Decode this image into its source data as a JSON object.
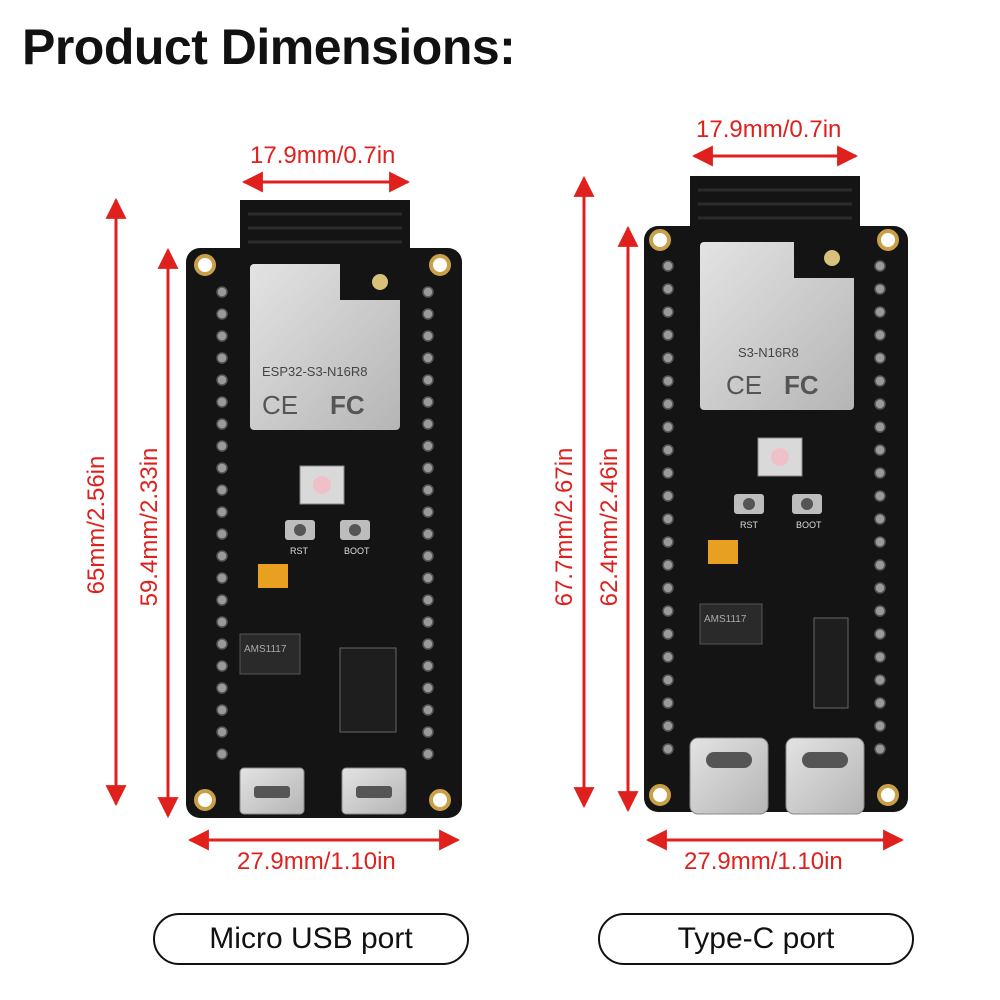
{
  "title": "Product Dimensions:",
  "left_board": {
    "width_top": "17.9mm/0.7in",
    "height_total": "65mm/2.56in",
    "height_board": "59.4mm/2.33in",
    "width_bottom": "27.9mm/1.10in",
    "module_label": "ESP32-S3-N16R8",
    "caption": "Micro USB port"
  },
  "right_board": {
    "width_top": "17.9mm/0.7in",
    "height_total": "67.7mm/2.67in",
    "height_board": "62.4mm/2.46in",
    "width_bottom": "27.9mm/1.10in",
    "module_label": "S3-N16R8",
    "caption": "Type-C port"
  },
  "pcb_labels": {
    "rst": "RST",
    "boot": "BOOT",
    "ldo": "AMS1117",
    "ce": "CE",
    "fc": "FC"
  },
  "colors": {
    "dimension_red": "#e0201d",
    "pcb_black": "#141414",
    "module_silver": "#c9c9c9"
  }
}
